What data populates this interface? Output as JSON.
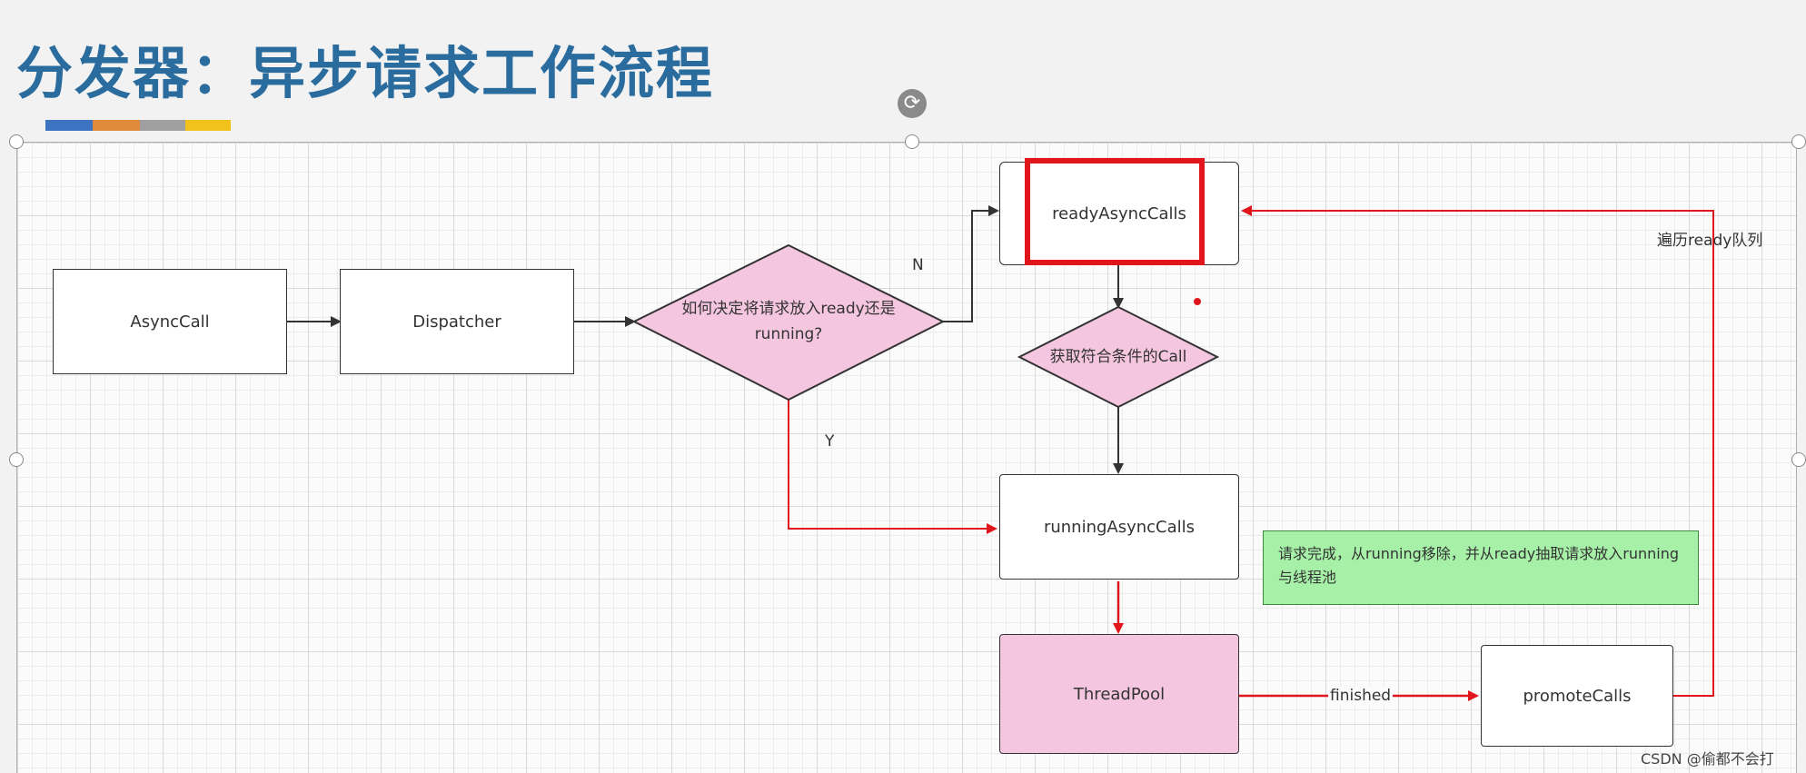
{
  "title": "分发器：异步请求工作流程",
  "accent_colors": [
    "#3d74c2",
    "#e08a3c",
    "#a0a0a0",
    "#f1c21b"
  ],
  "nodes": {
    "async_call": "AsyncCall",
    "dispatcher": "Dispatcher",
    "decision": "如何决定将请求放入ready还是running?",
    "ready_async_calls": "readyAsyncCalls",
    "get_call": "获取符合条件的Call",
    "running_async_calls": "runningAsyncCalls",
    "thread_pool": "ThreadPool",
    "promote_calls": "promoteCalls"
  },
  "edge_labels": {
    "no": "N",
    "yes": "Y",
    "finished": "finished",
    "traverse_ready": "遍历ready队列"
  },
  "note": "请求完成，从running移除，并从ready抽取请求放入running与线程池",
  "watermark": "CSDN @偷都不会打",
  "colors": {
    "title": "#2b6c9e",
    "highlight_arrow": "#e0161c",
    "diamond_fill": "#f5c6e0",
    "note_fill": "#a7f0a8"
  }
}
